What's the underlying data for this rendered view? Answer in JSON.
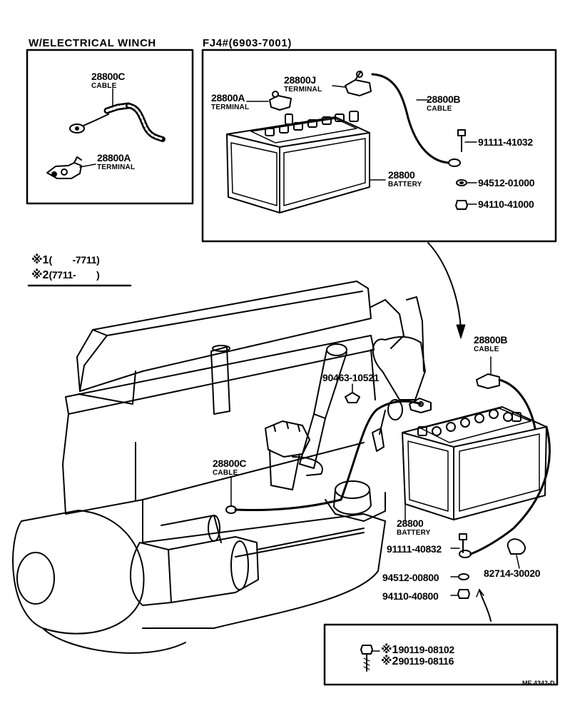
{
  "insets": {
    "winch": {
      "title": "W/ELECTRICAL WINCH",
      "parts": [
        {
          "number": "28800C",
          "name": "CABLE"
        },
        {
          "number": "28800A",
          "name": "TERMINAL"
        }
      ]
    },
    "fj4": {
      "title": "FJ4#(6903-7001)",
      "parts": [
        {
          "number": "28800J",
          "name": "TERMINAL"
        },
        {
          "number": "28800A",
          "name": "TERMINAL"
        },
        {
          "number": "28800B",
          "name": "CABLE"
        },
        {
          "number": "91111-41032",
          "name": ""
        },
        {
          "number": "28800",
          "name": "BATTERY"
        },
        {
          "number": "94512-01000",
          "name": ""
        },
        {
          "number": "94110-41000",
          "name": ""
        }
      ]
    },
    "bolt": {
      "lines": [
        {
          "mark": "※1",
          "number": "90119-08102"
        },
        {
          "mark": "※2",
          "number": "90119-08116"
        }
      ]
    }
  },
  "legend": {
    "line1": {
      "mark": "※1",
      "text": "(        -7711)"
    },
    "line2": {
      "mark": "※2",
      "text": "(7711-        )"
    }
  },
  "main": {
    "parts": [
      {
        "number": "28800B",
        "name": "CABLE"
      },
      {
        "number": "90463-10521",
        "name": ""
      },
      {
        "number": "28800C",
        "name": "CABLE"
      },
      {
        "number": "28800",
        "name": "BATTERY"
      },
      {
        "number": "91111-40832",
        "name": ""
      },
      {
        "number": "82714-30020",
        "name": ""
      },
      {
        "number": "94512-00800",
        "name": ""
      },
      {
        "number": "94110-40800",
        "name": ""
      }
    ]
  },
  "footer": {
    "code": "ME 4342-D"
  }
}
